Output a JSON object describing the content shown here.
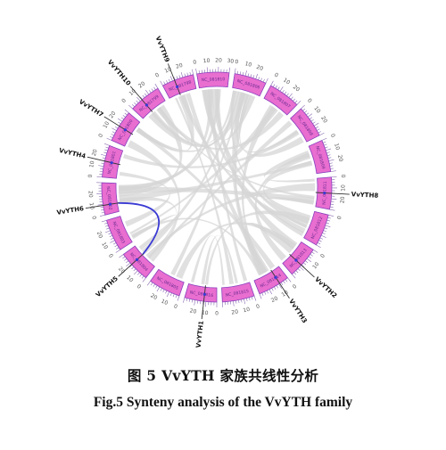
{
  "figure": {
    "colors": {
      "chromosome_fill": "#e86ed0",
      "chromosome_stroke": "#8a3fbf",
      "chromosome_text": "#6a2a8f",
      "tick": "#8a6ab0",
      "ribbon": "#d6d6d6",
      "highlight": "#3b3bd4",
      "gene_tick": "#333333"
    },
    "chromosomes": [
      {
        "label": "NC_081810",
        "ticks": [
          "0",
          "10",
          "20",
          "30"
        ]
      },
      {
        "label": "NC_081806",
        "ticks": [
          "0",
          "10",
          "20"
        ]
      },
      {
        "label": "NC_081807",
        "ticks": [
          "0",
          "10",
          "20"
        ]
      },
      {
        "label": "NC_081808",
        "ticks": [
          "0",
          "10",
          "20"
        ]
      },
      {
        "label": "NC_081809",
        "ticks": [
          "0",
          "10",
          "20"
        ]
      },
      {
        "label": "NC_081811",
        "ticks": [
          "0",
          "10",
          "20"
        ]
      },
      {
        "label": "NC_081812",
        "ticks": [
          "0"
        ]
      },
      {
        "label": "NC_081813",
        "ticks": [
          "0",
          "10"
        ]
      },
      {
        "label": "NC_081814",
        "ticks": [
          "0",
          "10",
          "20"
        ]
      },
      {
        "label": "NC_081815",
        "ticks": [
          "0",
          "10",
          "20"
        ]
      },
      {
        "label": "NC_081816",
        "ticks": [
          "0",
          "10",
          "20"
        ]
      },
      {
        "label": "NC_081805",
        "ticks": [
          "0",
          "10",
          "20"
        ]
      },
      {
        "label": "NC_081804",
        "ticks": [
          "0",
          "10",
          "20"
        ]
      },
      {
        "label": "NC_081803",
        "ticks": [
          "0",
          "10",
          "20"
        ]
      },
      {
        "label": "NC_081802",
        "ticks": [
          "0",
          "10",
          "20"
        ]
      },
      {
        "label": "NC_081801",
        "ticks": [
          "0",
          "10",
          "20"
        ]
      },
      {
        "label": "NC_081800",
        "ticks": [
          "0",
          "10",
          "20"
        ]
      },
      {
        "label": "NC_081799",
        "ticks": [
          "0",
          "10",
          "20"
        ]
      },
      {
        "label": "NC_081798",
        "ticks": [
          "0",
          "10",
          "20"
        ]
      }
    ],
    "genes": [
      {
        "label": "VvYTH8",
        "chromosome": 5,
        "position": 0.5
      },
      {
        "label": "VvYTH2",
        "chromosome": 7,
        "position": 0.6
      },
      {
        "label": "VvYTH3",
        "chromosome": 8,
        "position": 0.3
      },
      {
        "label": "VvYTH1",
        "chromosome": 10,
        "position": 0.4
      },
      {
        "label": "VvYTH5",
        "chromosome": 12,
        "position": 0.6
      },
      {
        "label": "VvYTH6",
        "chromosome": 14,
        "position": 0.3
      },
      {
        "label": "VvYTH4",
        "chromosome": 15,
        "position": 0.5
      },
      {
        "label": "VvYTH7",
        "chromosome": 16,
        "position": 0.5
      },
      {
        "label": "VvYTH10",
        "chromosome": 17,
        "position": 0.4
      },
      {
        "label": "VvYTH9",
        "chromosome": 18,
        "position": 0.4
      }
    ],
    "highlight_link": {
      "from_gene": "VvYTH6",
      "to_gene": "VvYTH5"
    }
  },
  "caption": {
    "zh": "图 5 VvYTH 家族共线性分析",
    "en": "Fig.5 Synteny analysis of the VvYTH family"
  }
}
